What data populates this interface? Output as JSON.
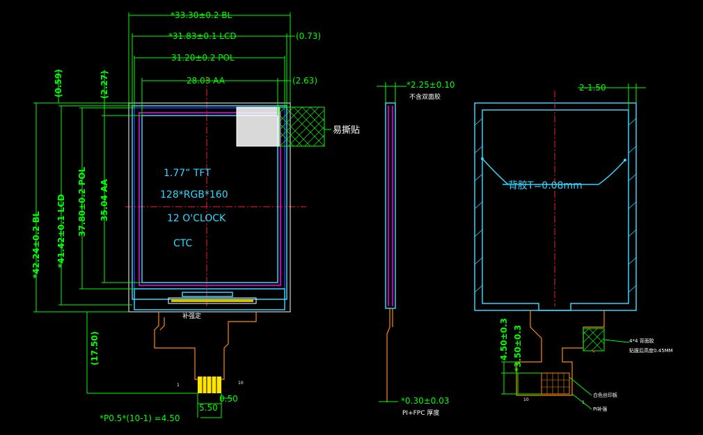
{
  "front_view": {
    "dim_bl_width": "*33.30±0.2 BL",
    "dim_lcd_width": "*31.83±0.1 LCD",
    "dim_lcd_offset": "(0.73)",
    "dim_pol_width": "31.20±0.2 POL",
    "dim_aa_width": "28.03 AA",
    "dim_aa_offset": "(2.63)",
    "dim_top_offset_1": "(0.59)",
    "dim_top_offset_2": "(2.27)",
    "dim_bl_height": "*42.24±0.2 BL",
    "dim_lcd_height": "*41.42±0.1 LCD",
    "dim_pol_height": "37.80±0.2 POL",
    "dim_aa_height": "35.04 AA",
    "dim_fpc_length": "(17.50)",
    "label_size": "1.77” TFT",
    "label_resolution": "128*RGB*160",
    "label_orientation": "12 O'CLOCK",
    "label_type": "CTC",
    "label_tear_sticker": "易撕贴",
    "label_stiffener": "补强定",
    "pin_first": "1",
    "pin_last": "10",
    "dim_pin_offset": "0.50",
    "dim_connector_width": "5.50",
    "dim_pitch": "*P0.5*(10-1) =4.50"
  },
  "side_view": {
    "dim_thickness": "*2.25±0.10",
    "note_thickness": "不含双面胶",
    "dim_fpc_thickness": "*0.30±0.03",
    "note_fpc_thickness": "PI+FPC 厚度"
  },
  "back_view": {
    "dim_corner": "2-1.50",
    "label_adhesive": "背胶T=0.08mm",
    "dim_fpc_1": "4.50±0.3",
    "dim_fpc_2": "*3.50±0.3",
    "note_component": "4*4 背面胶",
    "note_component_2": "贴膜后高度0.45MM",
    "note_reinforce": "白色丝印板",
    "note_pi": "PI补强",
    "pin_first": "1",
    "pin_last": "10"
  }
}
